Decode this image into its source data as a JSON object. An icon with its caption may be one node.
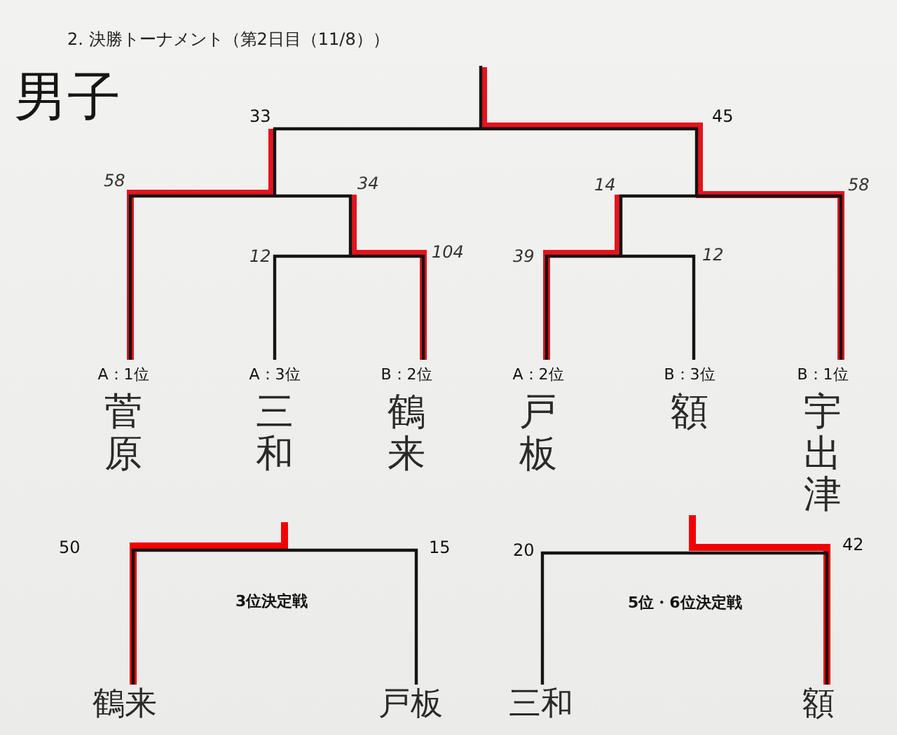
{
  "diagram": {
    "title": "2. 決勝トーナメント（第2日目（11/8））",
    "nodes": [
      {
        "text": [
          "33"
        ]
      },
      {
        "text": [
          "45"
        ]
      },
      {
        "text": [
          "58"
        ]
      },
      {
        "text": [
          "34"
        ]
      },
      {
        "text": [
          "14"
        ]
      },
      {
        "text": [
          "58"
        ]
      },
      {
        "text": [
          "12"
        ]
      },
      {
        "text": [
          "104"
        ]
      },
      {
        "text": [
          "39"
        ]
      },
      {
        "text": [
          "12"
        ]
      },
      {
        "text": [
          "A：1位",
          "菅原"
        ]
      },
      {
        "text": [
          "A：3位",
          "三和"
        ]
      },
      {
        "text": [
          "B：2位",
          "鶴来"
        ]
      },
      {
        "text": [
          "A：2位",
          "戸板"
        ]
      },
      {
        "text": [
          "B：3位",
          "額"
        ]
      },
      {
        "text": [
          "B：1位",
          "宇出津"
        ]
      },
      {
        "text": [
          "50"
        ]
      },
      {
        "text": [
          "15"
        ]
      },
      {
        "text": [
          "20"
        ]
      },
      {
        "text": [
          "42"
        ]
      },
      {
        "text": [
          "鶴来"
        ]
      },
      {
        "text": [
          "戸板"
        ]
      },
      {
        "text": [
          "三和"
        ]
      },
      {
        "text": [
          "額"
        ]
      }
    ],
    "edges": [
      {
        "from": 10,
        "to": null,
        "arrow": "none"
      },
      {
        "from": 11,
        "to": null,
        "arrow": "none"
      },
      {
        "from": 12,
        "to": null,
        "arrow": "none"
      },
      {
        "from": 13,
        "to": null,
        "arrow": "none"
      },
      {
        "from": 14,
        "to": null,
        "arrow": "none"
      },
      {
        "from": 15,
        "to": null,
        "arrow": "none"
      },
      {
        "from": 10,
        "to": 0,
        "arrow": "none",
        "style": "thick",
        "color": "#e3141e"
      },
      {
        "from": 12,
        "to": 3,
        "arrow": "none",
        "style": "thick",
        "color": "#e3141e"
      },
      {
        "from": 13,
        "to": 4,
        "arrow": "none",
        "style": "thick",
        "color": "#e3141e"
      },
      {
        "from": 15,
        "to": null,
        "arrow": "none",
        "style": "thick",
        "color": "#e3141e"
      },
      {
        "from": 20,
        "to": 21,
        "arrow": "none"
      },
      {
        "from": 20,
        "to": null,
        "arrow": "none",
        "style": "thick",
        "color": "#f20000"
      },
      {
        "from": 22,
        "to": 23,
        "arrow": "none"
      },
      {
        "from": 23,
        "to": null,
        "arrow": "none",
        "style": "thick",
        "color": "#f20000"
      }
    ],
    "labels": [
      "男子",
      "3位決定戦",
      "5位・6位決定戦"
    ]
  }
}
